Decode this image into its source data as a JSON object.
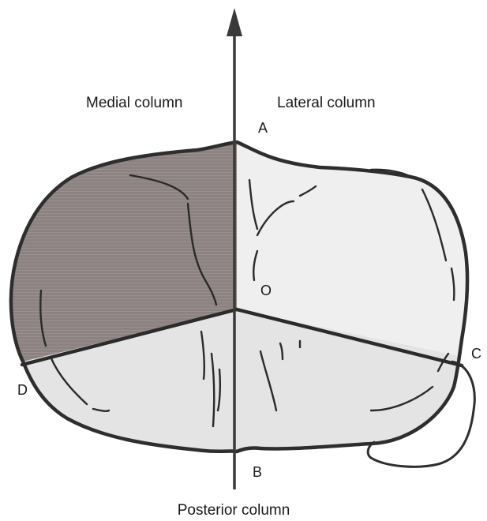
{
  "labels": {
    "medial": "Medial column",
    "lateral": "Lateral column",
    "posterior": "Posterior column"
  },
  "points": {
    "a": "A",
    "b": "B",
    "c": "C",
    "d": "D",
    "o": "O"
  },
  "colors": {
    "medial_fill": "#8a8080",
    "lateral_fill": "#f0f0f0",
    "posterior_fill": "#e6e6e6",
    "outline": "#333333"
  }
}
